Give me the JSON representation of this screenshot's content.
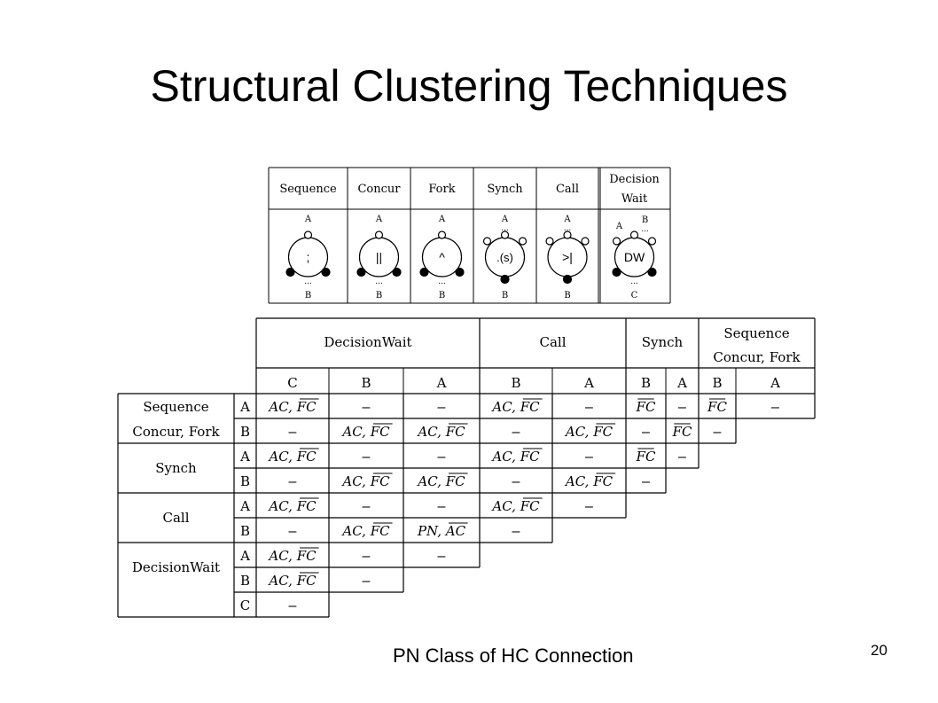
{
  "slide": {
    "title": "Structural Clustering Techniques",
    "footer": "PN Class of HC Connection",
    "page_number": "20"
  },
  "operator_table": {
    "headers": [
      "Sequence",
      "Concur",
      "Fork",
      "Synch",
      "Call",
      "Decision",
      "Wait"
    ],
    "symbols": [
      ";",
      "||",
      "^",
      ".(s)",
      ">|",
      "DW"
    ],
    "port_labels": {
      "top": "A",
      "bottom": "B",
      "dots": "...",
      "dw_top_left": "A",
      "dw_top_right": "B",
      "dw_bottom": "C"
    }
  },
  "matrix": {
    "col_groups": [
      "DecisionWait",
      "Call",
      "Synch",
      "Sequence",
      "Concur, Fork"
    ],
    "col_ports": [
      "C",
      "B",
      "A",
      "B",
      "A",
      "B",
      "A",
      "B",
      "A"
    ],
    "row_groups": [
      "Sequence",
      "Concur, Fork",
      "Synch",
      "Call",
      "DecisionWait"
    ],
    "row_ports": [
      "A",
      "B",
      "A",
      "B",
      "A",
      "B",
      "A",
      "B",
      "C"
    ],
    "cell_values": {
      "acfc": "AC, FC",
      "pnac": "PN, AC",
      "fc": "FC",
      "dash": "–"
    }
  }
}
